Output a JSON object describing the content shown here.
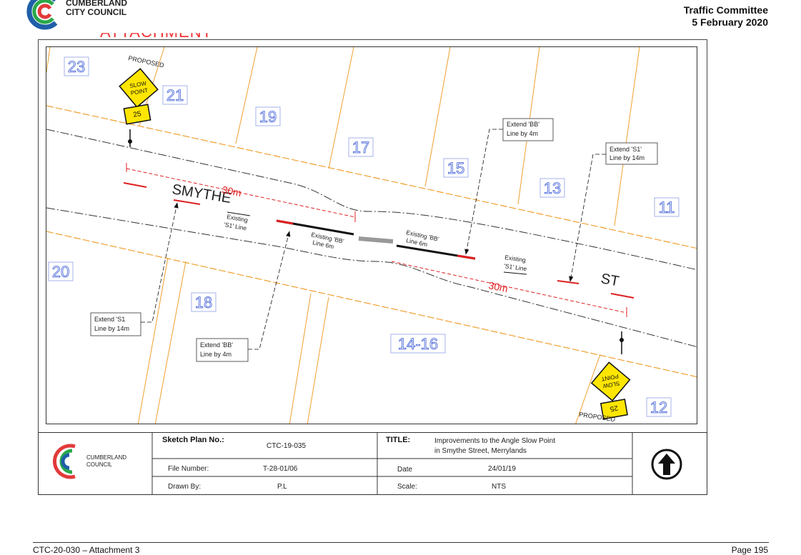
{
  "header": {
    "logo_line1": "CUMBERLAND",
    "logo_line2": "CITY COUNCIL",
    "committee": "Traffic Committee",
    "date": "5 February 2020",
    "attachment_heading": "ATTACHMENT"
  },
  "plan": {
    "lots": [
      "23",
      "21",
      "19",
      "17",
      "15",
      "13",
      "11",
      "20",
      "18",
      "14-16",
      "12"
    ],
    "street_left": "SMYTHE",
    "street_right": "ST",
    "distance_left": "30m",
    "distance_right": "30m",
    "proposed_top": "PROPOSED",
    "proposed_bottom": "PROPOSED",
    "sign_slow_line1": "SLOW",
    "sign_slow_line2": "POINT",
    "sign_speed": "25",
    "note_extend_bb_top": [
      "Extend 'BB'",
      "Line by 4m"
    ],
    "note_extend_s1_top": [
      "Extend 'S1'",
      "Line by 14m"
    ],
    "note_extend_s1_left": [
      "Extend 'S1",
      "Line by 14m"
    ],
    "note_extend_bb_bottom": [
      "Extend 'BB'",
      "Line by 4m"
    ],
    "label_existing_s1_left": [
      "Existing",
      "'S1' Line"
    ],
    "label_existing_bb_left": [
      "Existing 'BB'",
      "Line 6m"
    ],
    "label_existing_bb_right": [
      "Existing 'BB'",
      "Line 6m"
    ],
    "label_existing_s1_right": [
      "Existing",
      "'S1' Line"
    ]
  },
  "title_block": {
    "logo_line1": "CUMBERLAND",
    "logo_line2": "COUNCIL",
    "sketch_plan_label": "Sketch Plan No.:",
    "sketch_plan_value": "CTC-19-035",
    "title_label": "TITLE:",
    "title_line1": "Improvements to the Angle Slow Point",
    "title_line2": "in Smythe Street, Merrylands",
    "file_number_label": "File Number:",
    "file_number_value": "T-28-01/06",
    "date_label": "Date",
    "date_value": "24/01/19",
    "drawn_by_label": "Drawn By:",
    "drawn_by_value": "P.L",
    "scale_label": "Scale:",
    "scale_value": "NTS"
  },
  "footer": {
    "left": "CTC-20-030 – Attachment 3",
    "right": "Page 195"
  },
  "colors": {
    "logo_blue": "#1f5fa8",
    "logo_green": "#2aa84a",
    "logo_red": "#e23a3a",
    "boundary_orange": "#f0a030",
    "lot_blue": "#3b5bd6",
    "marking_red": "#e02020",
    "sign_yellow": "#ffe600"
  }
}
